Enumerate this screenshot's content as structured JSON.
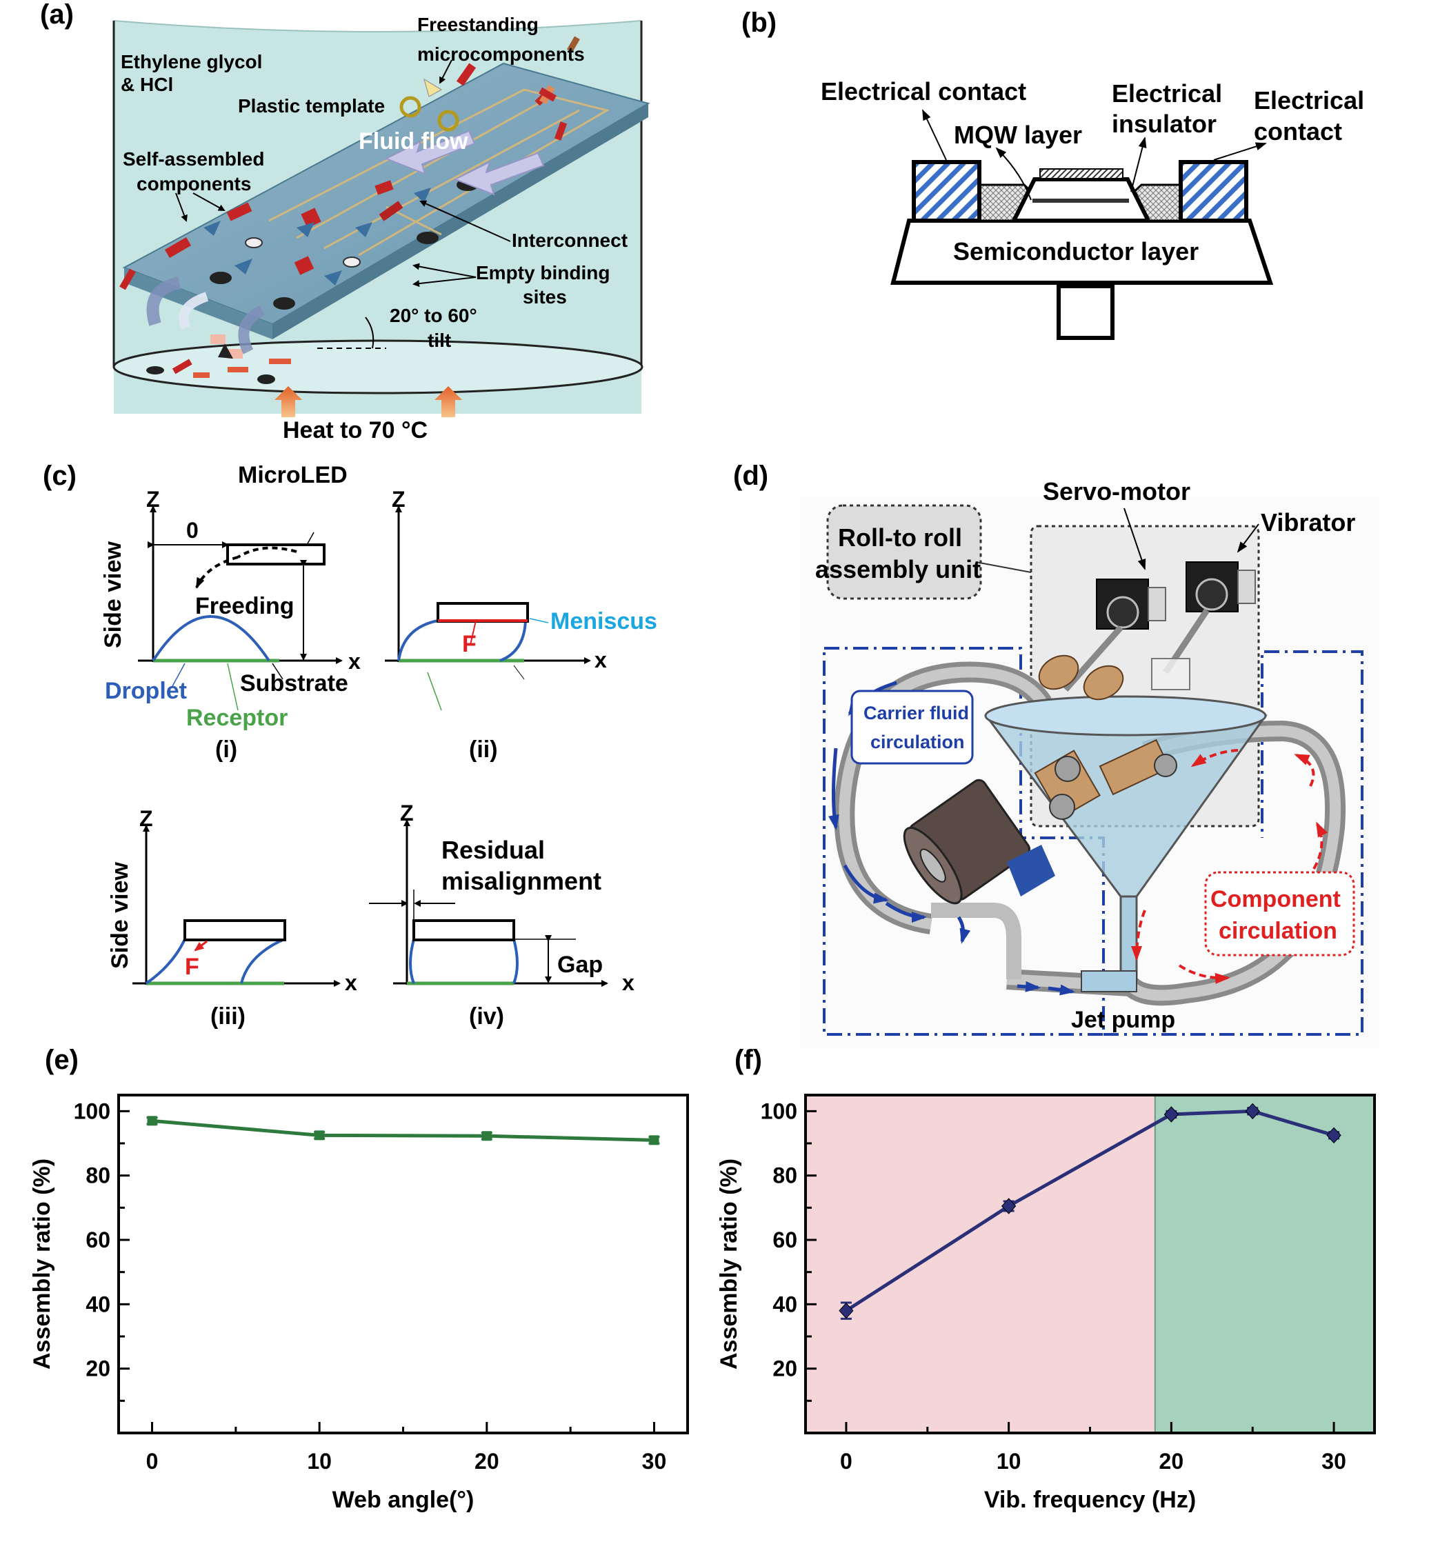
{
  "panels": {
    "a": {
      "label": "(a)",
      "texts": {
        "freestanding": "Freestanding",
        "microcomponents": "microcomponents",
        "ethylene": "Ethylene glycol",
        "hcl": "& HCl",
        "plastic": "Plastic template",
        "fluidflow": "Fluid flow",
        "selfassembled": "Self-assembled",
        "components": "components",
        "interconnect": "Interconnect",
        "emptybinding": "Empty binding",
        "sites": "sites",
        "tilt1": "20° to 60°",
        "tilt2": "tilt",
        "heat": "Heat to 70 °C"
      }
    },
    "b": {
      "label": "(b)",
      "texts": {
        "contact_left": "Electrical contact",
        "mqw": "MQW layer",
        "insulator1": "Electrical",
        "insulator2": "insulator",
        "contact_right1": "Electrical",
        "contact_right2": "contact",
        "semiconductor": "Semiconductor layer"
      }
    },
    "c": {
      "label": "(c)",
      "texts": {
        "z": "Z",
        "x": "x",
        "zero": "0",
        "microled": "MicroLED",
        "freeding": "Freeding",
        "sideview": "Side view",
        "droplet": "Droplet",
        "substrate": "Substrate",
        "receptor": "Receptor",
        "meniscus": "Meniscus",
        "f": "F",
        "residual1": "Residual",
        "residual2": "misalignment",
        "gap": "Gap",
        "sub_i": "(i)",
        "sub_ii": "(ii)",
        "sub_iii": "(iii)",
        "sub_iv": "(iv)"
      },
      "colors": {
        "droplet": "#2e5fb8",
        "receptor": "#4aa34a",
        "meniscus": "#1aa6e0",
        "force": "#e02020"
      }
    },
    "d": {
      "label": "(d)",
      "texts": {
        "servo": "Servo-motor",
        "vibrator": "Vibrator",
        "roll1": "Roll-to roll",
        "roll2": "assembly unit",
        "carrier1": "Carrier fluid",
        "carrier2": "circulation",
        "comp1": "Component",
        "comp2": "circulation",
        "jetpump": "Jet pump"
      },
      "colors": {
        "carrier": "#1f3fa8",
        "component": "#e02020"
      }
    }
  },
  "chart_data": [
    {
      "panel": "(e)",
      "type": "line",
      "xlabel": "Web angle(°)",
      "ylabel": "Assembly ratio (%)",
      "xlim": [
        -2,
        32
      ],
      "ylim": [
        0,
        105
      ],
      "x_ticks": [
        0,
        10,
        20,
        30
      ],
      "y_ticks": [
        20,
        40,
        60,
        80,
        100
      ],
      "series": [
        {
          "x": [
            0,
            10,
            20,
            30
          ],
          "y": [
            97,
            92.5,
            92.3,
            91
          ],
          "error": [
            1,
            1,
            1,
            1
          ]
        }
      ],
      "colors": {
        "line": "#2e7a3c",
        "background": "#ffffff"
      },
      "grid": false
    },
    {
      "panel": "(f)",
      "type": "line",
      "xlabel": "Vib. frequency (Hz)",
      "ylabel": "Assembly ratio (%)",
      "xlim": [
        -2.5,
        32.5
      ],
      "ylim": [
        0,
        105
      ],
      "x_ticks": [
        0,
        10,
        20,
        30
      ],
      "y_ticks": [
        20,
        40,
        60,
        80,
        100
      ],
      "series": [
        {
          "x": [
            0,
            10,
            20,
            25,
            30
          ],
          "y": [
            38,
            70.5,
            99,
            100,
            92.5
          ],
          "error": [
            2.5,
            1.5,
            1,
            1,
            1
          ]
        }
      ],
      "shaded_regions": [
        {
          "from": -2.5,
          "to": 19,
          "color": "#f4d6d9"
        },
        {
          "from": 19,
          "to": 32.5,
          "color": "#a6d2bd"
        }
      ],
      "colors": {
        "line": "#2b2f78",
        "marker": "#2b2f78"
      },
      "grid": false
    }
  ]
}
